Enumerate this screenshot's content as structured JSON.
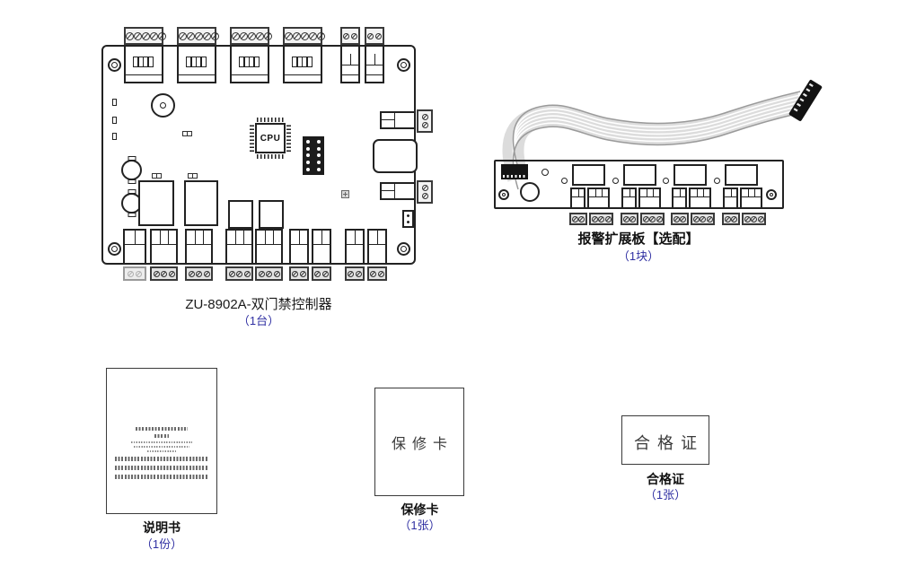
{
  "colors": {
    "accent_blue": "#2f2fa2",
    "line_black": "#222222",
    "cable_gray": "#dcdcdc"
  },
  "controller": {
    "name": "ZU-8902A-双门禁控制器",
    "qty": "（1台）",
    "cpu_label": "CPU"
  },
  "expansion": {
    "name": "报警扩展板【选配】",
    "qty": "（1块）"
  },
  "manual": {
    "name": "说明书",
    "qty": "（1份）"
  },
  "warranty": {
    "name": "保修卡",
    "qty": "（1张）",
    "card_text": "保修卡"
  },
  "certificate": {
    "name": "合格证",
    "qty": "（1张）",
    "card_text": "合格证"
  }
}
